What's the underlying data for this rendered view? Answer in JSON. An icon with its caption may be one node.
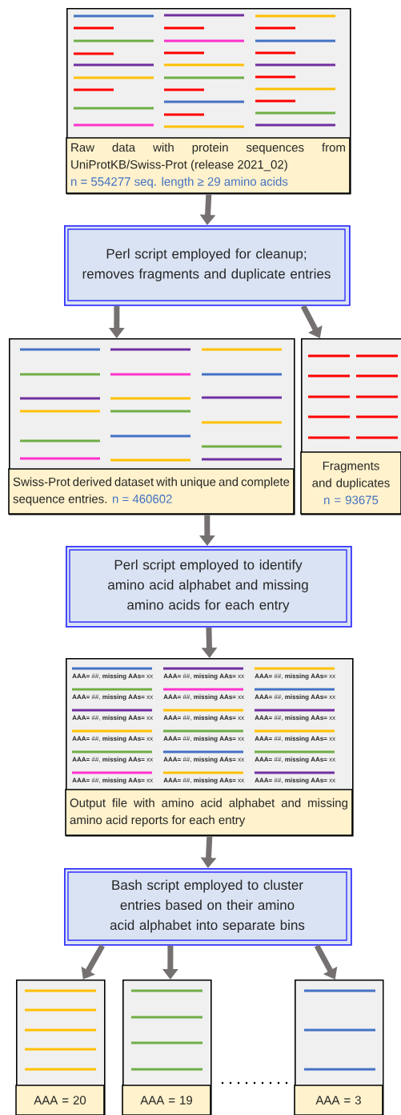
{
  "diagram": {
    "nodes": [
      {
        "text": [
          "Raw data with protein sequences from UniProtKB/Swiss-Prot (release 2021_02)",
          "n = 554277 seq. length ≥ 29 amino acids"
        ]
      },
      {
        "text": [
          "Perl script employed for cleanup; removes fragments and duplicate entries"
        ]
      },
      {
        "text": [
          "Swiss-Prot derived dataset with unique and complete sequence entries.",
          "n = 460602"
        ]
      },
      {
        "text": [
          "Fragments and duplicates",
          "n = 93675"
        ]
      },
      {
        "text": [
          "Perl script employed to identify amino acid alphabet and missing amino acids for each entry"
        ]
      },
      {
        "text": [
          "Output file with amino acid alphabet and missing amino acid reports for each entry"
        ]
      },
      {
        "text": [
          "Bash script employed to cluster entries based on their amino acid alphabet into separate bins"
        ]
      },
      {
        "text": [
          "AAA = 20"
        ]
      },
      {
        "text": [
          "AAA = 19"
        ]
      },
      {
        "text": [
          "AAA = 3"
        ]
      }
    ],
    "edges": [
      {
        "from": 0,
        "to": 1,
        "arrow": "to"
      },
      {
        "from": 1,
        "to": 2,
        "arrow": "to"
      },
      {
        "from": 1,
        "to": 3,
        "arrow": "to"
      },
      {
        "from": 2,
        "to": 4,
        "arrow": "to"
      },
      {
        "from": 4,
        "to": 5,
        "arrow": "to"
      },
      {
        "from": 5,
        "to": 6,
        "arrow": "to"
      },
      {
        "from": 6,
        "to": 7,
        "arrow": "to"
      },
      {
        "from": 6,
        "to": 8,
        "arrow": "to"
      },
      {
        "from": 6,
        "to": 9,
        "arrow": "to"
      }
    ],
    "labels": [
      "**AAA=** ##, **missing AAs=** xx",
      "**AAA=** ##, **missing AAs=** xx",
      "**AAA=** ##, **missing AAs=** xx",
      "**AAA=** ##, **missing AAs=** xx",
      "**AAA=** ##, **missing AAs=** xx",
      "**AAA=** ##, **missing AAs=** xx",
      "**AAA=** ##, **missing AAs=** xx",
      "**AAA=** ##, **missing AAs=** xx",
      "**AAA=** ##, **missing AAs=** xx",
      "**AAA=** ##, **missing AAs=** xx",
      "**AAA=** ##, **missing AAs=** xx",
      "**AAA=** ##, **missing AAs=** xx",
      "**AAA=** ##, **missing AAs=** xx",
      "**AAA=** ##, **missing AAs=** xx",
      "**AAA=** ##, **missing AAs=** xx",
      "**AAA=** ##, **missing AAs=** xx",
      "**AAA=** ##, **missing AAs=** xx",
      "**AAA=** ##, **missing AAs=** xx"
    ]
  }
}
